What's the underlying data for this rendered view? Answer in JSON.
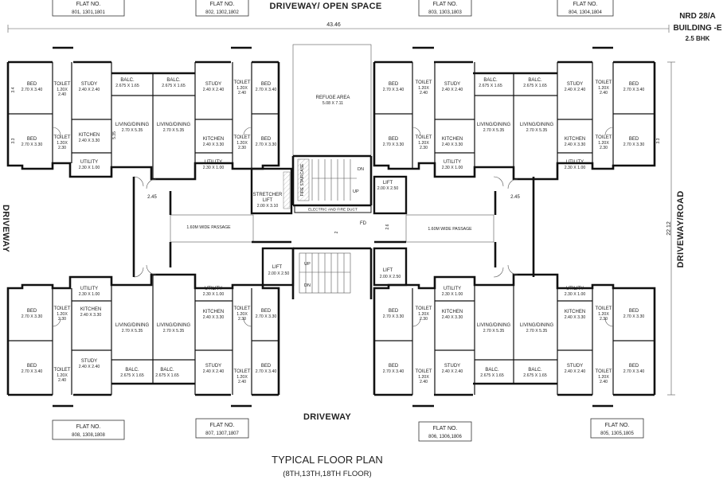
{
  "header": {
    "driveway_top": "DRIVEWAY/ OPEN SPACE",
    "driveway_bottom": "DRIVEWAY",
    "driveway_right": "DRIVEWAY/ROAD",
    "driveway_left": "DRIVEWAY"
  },
  "building": {
    "line1": "NRD 28/A",
    "line2": "BUILDING -E",
    "line3": "2.5 BHK"
  },
  "title": {
    "main": "TYPICAL FLOOR PLAN",
    "sub": "(8TH,13TH,18TH FLOOR)"
  },
  "flat_boxes_top": [
    {
      "label": "FLAT NO.",
      "numbers": "801, 1301,1801"
    },
    {
      "label": "FLAT NO.",
      "numbers": "802, 1302,1802"
    },
    {
      "label": "FLAT NO.",
      "numbers": "803, 1303,1803"
    },
    {
      "label": "FLAT NO.",
      "numbers": "804, 1304,1804"
    }
  ],
  "flat_boxes_bottom": [
    {
      "label": "FLAT NO.",
      "numbers": "808, 1308,1808"
    },
    {
      "label": "FLAT NO.",
      "numbers": "807, 1307,1807"
    },
    {
      "label": "FLAT NO.",
      "numbers": "806, 1306,1806"
    },
    {
      "label": "FLAT NO.",
      "numbers": "805, 1305,1805"
    }
  ],
  "dimensions": {
    "overall_width": "43.46",
    "overall_depth": "22.12",
    "passage_left": "2.45",
    "passage_right": "2.45",
    "wall_a": "3.4",
    "wall_b": "3.3",
    "wall_c": "5.35",
    "wall_d": "3.3",
    "wall_e": "2.6",
    "wall_f": "2"
  },
  "core": {
    "refuge_area": "REFUGE AREA",
    "refuge_dim": "5.08 X 7.11",
    "fire_staircase": "FIRE STAIRCASE",
    "dn": "DN",
    "up": "UP",
    "lift": "LIFT",
    "lift_dim": "2.00 X 2.50",
    "stretcher_lift": "STRETCHER",
    "stretcher_lift2": "LIFT",
    "stretcher_dim": "2.00 X 3.10",
    "electric_duct": "ELECTRIC AND FIRE DUCT",
    "fd": "FD",
    "passage": "1.60M WIDE PASSAGE"
  },
  "rooms": {
    "bed": "BED",
    "bed_340": "2.70 X 3.40",
    "bed_330": "2.70 X 3.30",
    "toilet": "TOILET",
    "toilet_dim1": "1.20X",
    "toilet_dim2": "2.40",
    "toilet_dim3": "2.30",
    "toilet_dim_b": "1.20X",
    "study": "STUDY",
    "study_dim": "2.40 X 2.40",
    "balc": "BALC.",
    "balc_dim": "2.675 X 1.65",
    "living": "LIVING/DINING",
    "living_dim": "2.70 X 5.35",
    "kitchen": "KITCHEN",
    "kitchen_dim": "2.40 X 3.30",
    "utility": "UTILITY",
    "utility_dim": "2.30 X 1.00"
  }
}
